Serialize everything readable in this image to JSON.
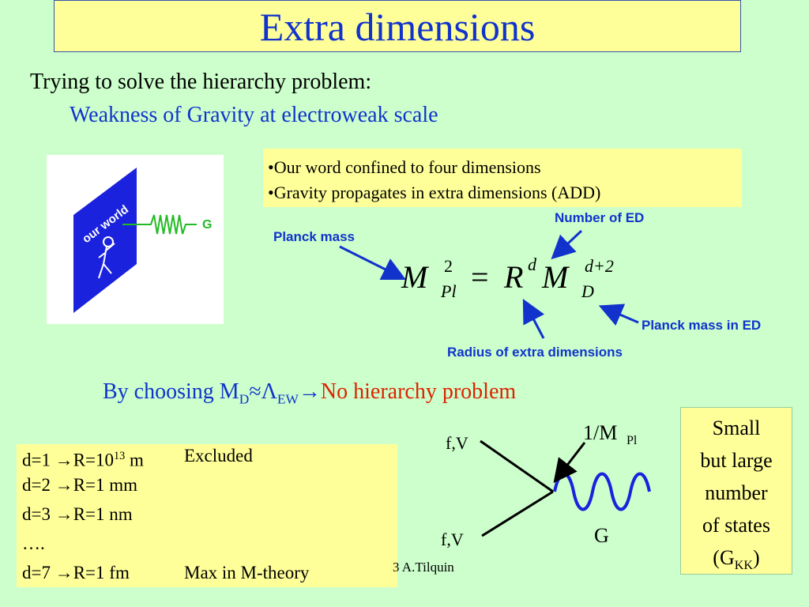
{
  "slide": {
    "title": "Extra dimensions",
    "line1": "Trying to solve the hierarchy problem:",
    "line2": "Weakness of Gravity at electroweak scale"
  },
  "diagram": {
    "world_label": "our world",
    "graviton_label": "G",
    "colors": {
      "brane": "#1a22dd",
      "spring": "#22bb22"
    }
  },
  "bullets": [
    "•Our word confined to four dimensions",
    "•Gravity propagates in extra dimensions (ADD)"
  ],
  "formula": {
    "labels": {
      "number_of_ed": "Number of ED",
      "planck_mass": "Planck mass",
      "planck_mass_in_ed": "Planck mass in ED",
      "radius": "Radius of extra dimensions"
    },
    "lhs_symbol": "M",
    "lhs_sup": "2",
    "lhs_sub": "Pl",
    "equals": "=",
    "r_symbol": "R",
    "r_sup": "d",
    "md_symbol": "M",
    "md_sup": "d+2",
    "md_sub": "D"
  },
  "choosing": {
    "prefix": "By choosing M",
    "sub_d": "D",
    "approx_lambda": "≈Λ",
    "sub_ew": "EW",
    "arrow": "→",
    "result": "No hierarchy problem"
  },
  "dimension_table": [
    {
      "d": "d=1 →R=10",
      "exp": "13",
      "unit": " m",
      "note": "Excluded"
    },
    {
      "d": "d=2 →R=1 mm",
      "exp": "",
      "unit": "",
      "note": ""
    },
    {
      "d": "d=3 →R=1 nm",
      "exp": "",
      "unit": "",
      "note": ""
    },
    {
      "d": "….",
      "exp": "",
      "unit": "",
      "note": ""
    },
    {
      "d": "d=7 →R=1 fm",
      "exp": "",
      "unit": "",
      "note": "Max in M-theory"
    }
  ],
  "footer": "3 A.Tilquin",
  "feynman": {
    "fv_top": "f,V",
    "fv_bottom": "f,V",
    "coupling": "1/M",
    "coupling_sub": "Pl",
    "graviton": "G"
  },
  "small_box": {
    "line1": "Small",
    "line2": "but large",
    "line3": "number",
    "line4": "of states",
    "line5_prefix": "(G",
    "line5_sub": "KK",
    "line5_suffix": ")"
  },
  "colors": {
    "background": "#ccffcc",
    "box": "#ffff99",
    "title_blue": "#1133cc",
    "red": "#dd2200"
  }
}
